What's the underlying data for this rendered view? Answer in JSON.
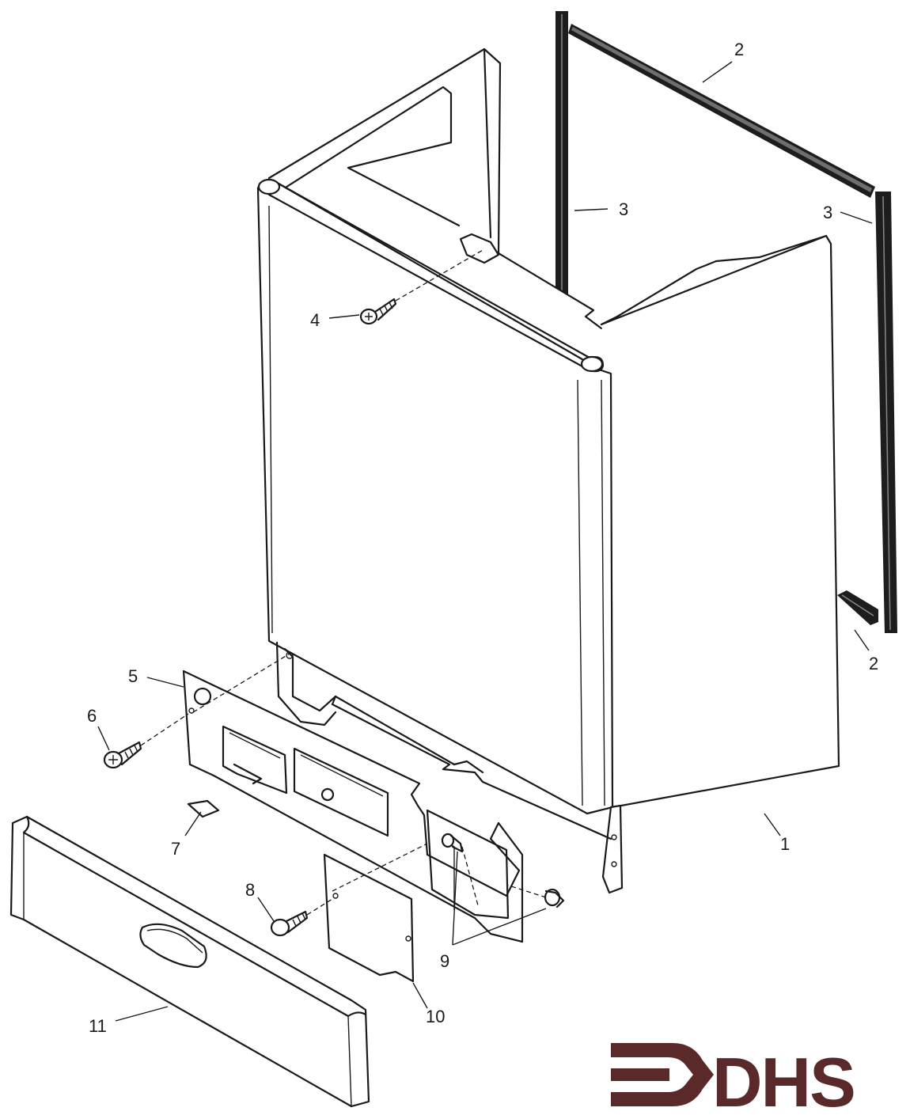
{
  "callouts": [
    {
      "id": "c1",
      "label": "1"
    },
    {
      "id": "c2a",
      "label": "2"
    },
    {
      "id": "c2b",
      "label": "2"
    },
    {
      "id": "c3a",
      "label": "3"
    },
    {
      "id": "c3b",
      "label": "3"
    },
    {
      "id": "c4",
      "label": "4"
    },
    {
      "id": "c5",
      "label": "5"
    },
    {
      "id": "c6",
      "label": "6"
    },
    {
      "id": "c7",
      "label": "7"
    },
    {
      "id": "c8",
      "label": "8"
    },
    {
      "id": "c9",
      "label": "9"
    },
    {
      "id": "c10",
      "label": "10"
    },
    {
      "id": "c11",
      "label": "11"
    }
  ],
  "logo": {
    "text": "DHS",
    "color": "#5a2a2a"
  }
}
